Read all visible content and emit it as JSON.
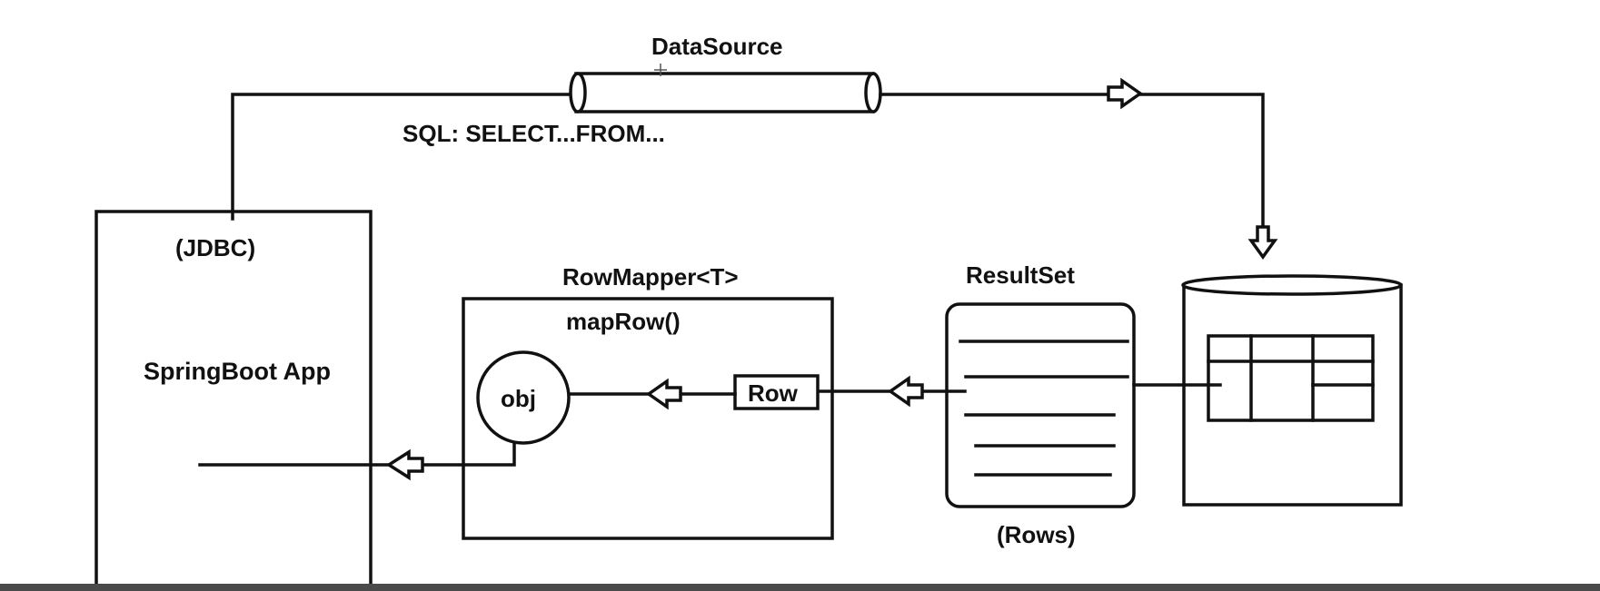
{
  "diagram": {
    "labels": {
      "datasource": "DataSource",
      "sql": "SQL: SELECT...FROM...",
      "jdbc": "(JDBC)",
      "springboot_app": "SpringBoot App",
      "rowmapper": "RowMapper<T>",
      "maprow": "mapRow()",
      "obj": "obj",
      "row": "Row",
      "resultset": "ResultSet",
      "rows": "(Rows)"
    },
    "colors": {
      "stroke": "#111111",
      "background": "#ffffff",
      "bottom_bar": "#4a4a4a"
    }
  }
}
